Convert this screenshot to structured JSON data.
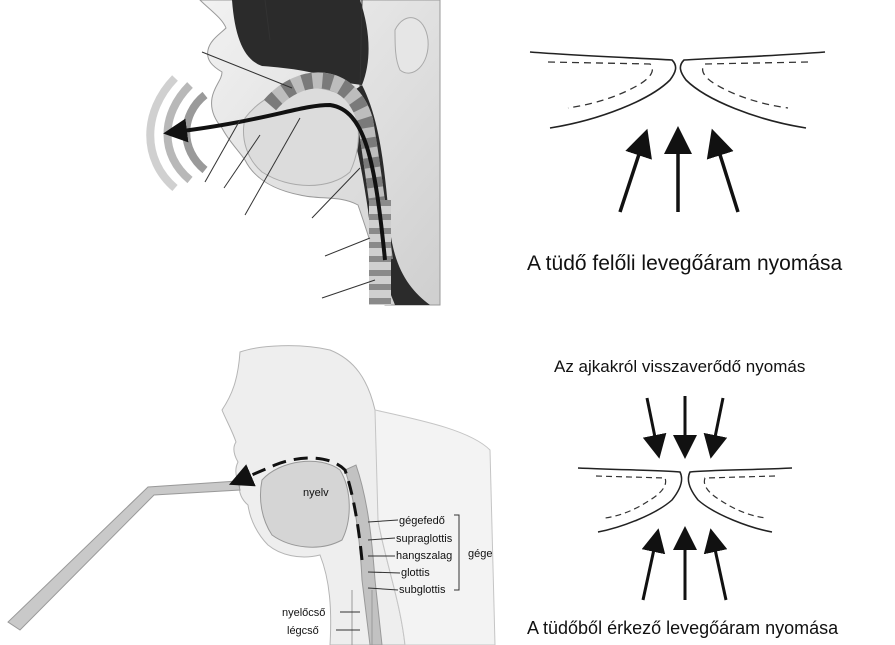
{
  "top_right": {
    "caption": "A tüdő felőli levegőáram nyomása"
  },
  "bottom_right": {
    "top_caption": "Az ajkakról visszaverődő nyomás",
    "bottom_caption": "A tüdőből érkező levegőáram nyomása"
  },
  "bottom_left": {
    "labels": {
      "tongue": "nyelv",
      "epiglottis": "gégefedő",
      "supraglottis": "supraglottis",
      "vocal_fold": "hangszalag",
      "larynx": "gége",
      "glottis": "glottis",
      "subglottis": "subglottis",
      "esophagus": "nyelőcső",
      "trachea": "légcső"
    }
  }
}
